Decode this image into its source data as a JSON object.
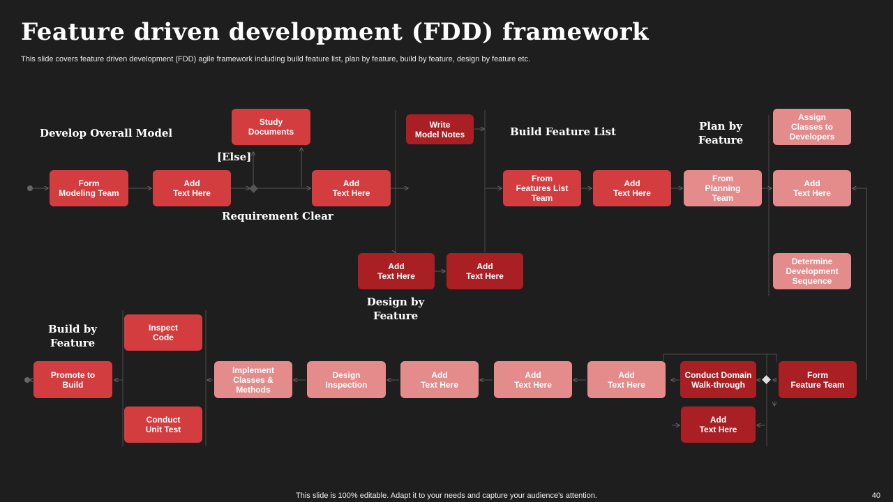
{
  "title": "Feature driven development (FDD) framework",
  "subtitle": "This slide covers feature driven development (FDD) agile framework including build feature list, plan by feature, build by feature, design by feature etc.",
  "footer": "This slide is 100% editable. Adapt it to your needs and capture your audience's attention.",
  "page_number": "40",
  "labels": {
    "develop_overall_model": "Develop Overall Model",
    "else": "[Else]",
    "requirement_clear": "Requirement Clear",
    "build_feature_list": "Build Feature List",
    "plan_by_feature": "Plan by\nFeature",
    "design_by_feature": "Design by\nFeature",
    "build_by_feature": "Build by\nFeature"
  },
  "boxes": {
    "form_modeling_team": "Form\nModeling Team",
    "add_text_1": "Add\nText Here",
    "study_documents": "Study\nDocuments",
    "add_text_2": "Add\nText Here",
    "write_model_notes": "Write\nModel Notes",
    "from_features_list_team": "From\nFeatures List\nTeam",
    "add_text_3": "Add\nText Here",
    "from_planning_team": "From\nPlanning\nTeam",
    "assign_classes": "Assign\nClasses to\nDevelopers",
    "add_text_4": "Add\nText Here",
    "add_text_5": "Add\nText Here",
    "add_text_6": "Add\nText Here",
    "determine_sequence": "Determine\nDevelopment\nSequence",
    "inspect_code": "Inspect\nCode",
    "promote_to_build": "Promote to\nBuild",
    "conduct_unit_test": "Conduct\nUnit Test",
    "implement_classes": "Implement\nClasses &\nMethods",
    "design_inspection": "Design\nInspection",
    "add_text_7": "Add\nText Here",
    "add_text_8": "Add\nText Here",
    "add_text_9": "Add\nText Here",
    "conduct_domain_walkthrough": "Conduct  Domain\nWalk-through",
    "form_feature_team": "Form\nFeature Team",
    "add_text_10": "Add\nText Here"
  },
  "colors": {
    "background": "#1f1e1e",
    "box_red": "#d43d3f",
    "box_dark_red": "#a91f24",
    "box_pink": "#e48b8b"
  }
}
